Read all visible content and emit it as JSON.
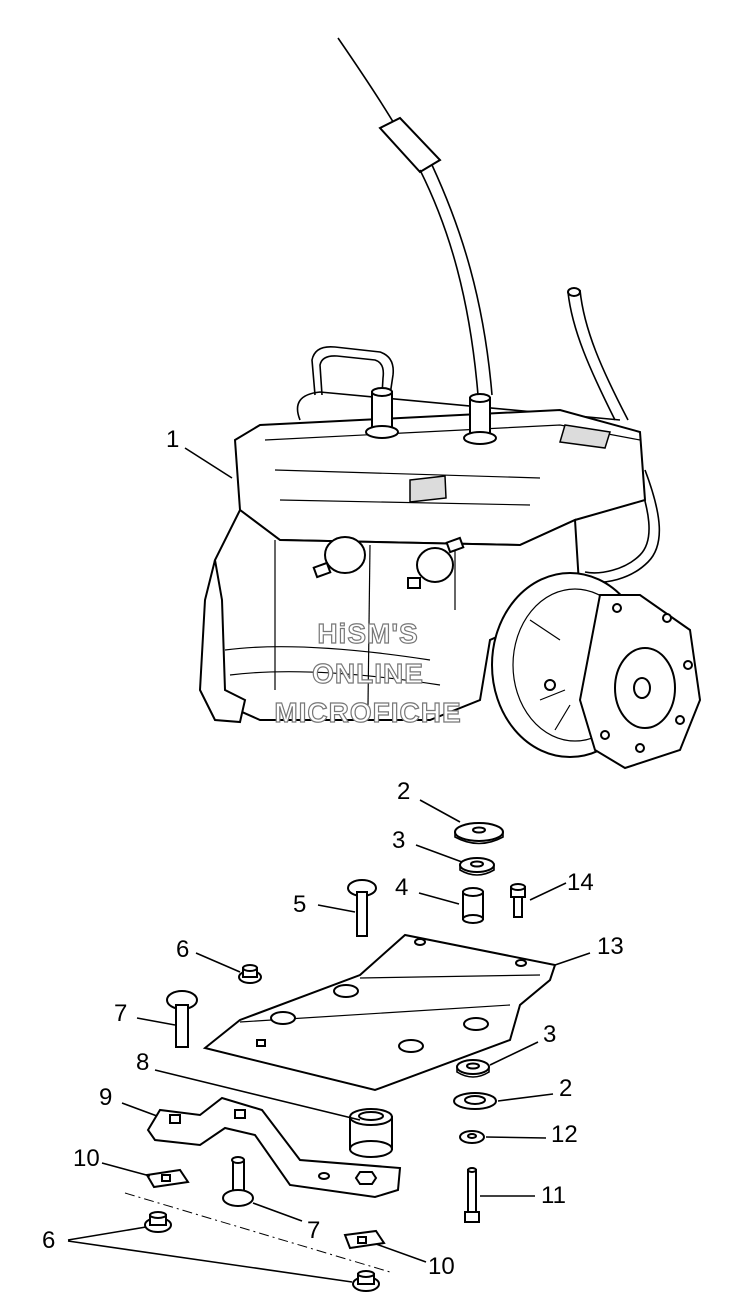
{
  "callouts": {
    "c1": "1",
    "c2a": "2",
    "c3a": "3",
    "c4": "4",
    "c5": "5",
    "c14": "14",
    "c6a": "6",
    "c13": "13",
    "c7a": "7",
    "c3b": "3",
    "c8": "8",
    "c2b": "2",
    "c9": "9",
    "c12": "12",
    "c10a": "10",
    "c11": "11",
    "c7b": "7",
    "c6b": "6",
    "c10b": "10"
  },
  "watermark": {
    "line1": "HiSM'S",
    "line2": "ONLINE",
    "line3": "MICROFICHE"
  }
}
